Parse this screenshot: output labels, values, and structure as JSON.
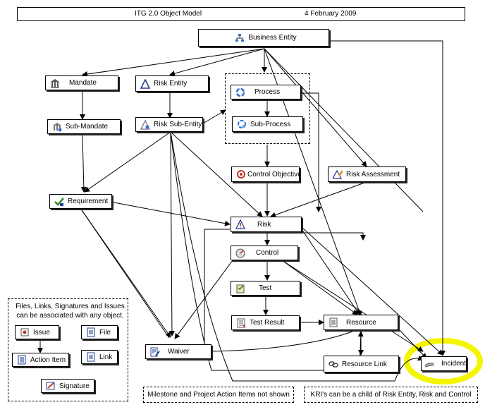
{
  "header": {
    "title": "ITG 2.0 Object Model",
    "date": "4 February 2009"
  },
  "nodes": {
    "business_entity": "Business Entity",
    "mandate": "Mandate",
    "risk_entity": "Risk Entity",
    "process": "Process",
    "sub_mandate": "Sub-Mandate",
    "risk_sub_entity": "Risk Sub-Entity",
    "sub_process": "Sub-Process",
    "control_objective": "Control Objective",
    "risk_assessment": "Risk Assessment",
    "requirement": "Requirement",
    "risk": "Risk",
    "control": "Control",
    "test": "Test",
    "test_result": "Test Result",
    "resource": "Resource",
    "waiver": "Waiver",
    "resource_link": "Resource Link",
    "incident": "Incident"
  },
  "legend": {
    "text": "Files, Links, Signatures and Issues can be associated with any object.",
    "issue": "Issue",
    "file": "File",
    "action_item": "Action Item",
    "link": "Link",
    "signature": "Signature"
  },
  "notes": {
    "milestone": "Milestone and Project Action Items not shown",
    "kri": "KRI's can be a child of Risk Entity, Risk and Control"
  },
  "highlight_color": "#f5f500",
  "icons": {
    "business_entity": "org-chart-icon",
    "mandate": "building-icon",
    "risk_entity": "triangle-icon",
    "process": "cycle-icon",
    "sub_mandate": "building-small-icon",
    "risk_sub_entity": "triangle-small-icon",
    "sub_process": "cycle-small-icon",
    "control_objective": "target-icon",
    "risk_assessment": "triangle-pen-icon",
    "requirement": "check-icon",
    "risk": "warning-icon",
    "control": "gauge-icon",
    "test": "checklist-icon",
    "test_result": "checklist-result-icon",
    "resource": "document-icon",
    "waiver": "document-pen-icon",
    "resource_link": "chain-icon",
    "incident": "handshake-icon",
    "issue": "flag-icon",
    "file": "file-icon",
    "action_item": "list-icon",
    "link": "link-icon",
    "signature": "pen-icon"
  }
}
